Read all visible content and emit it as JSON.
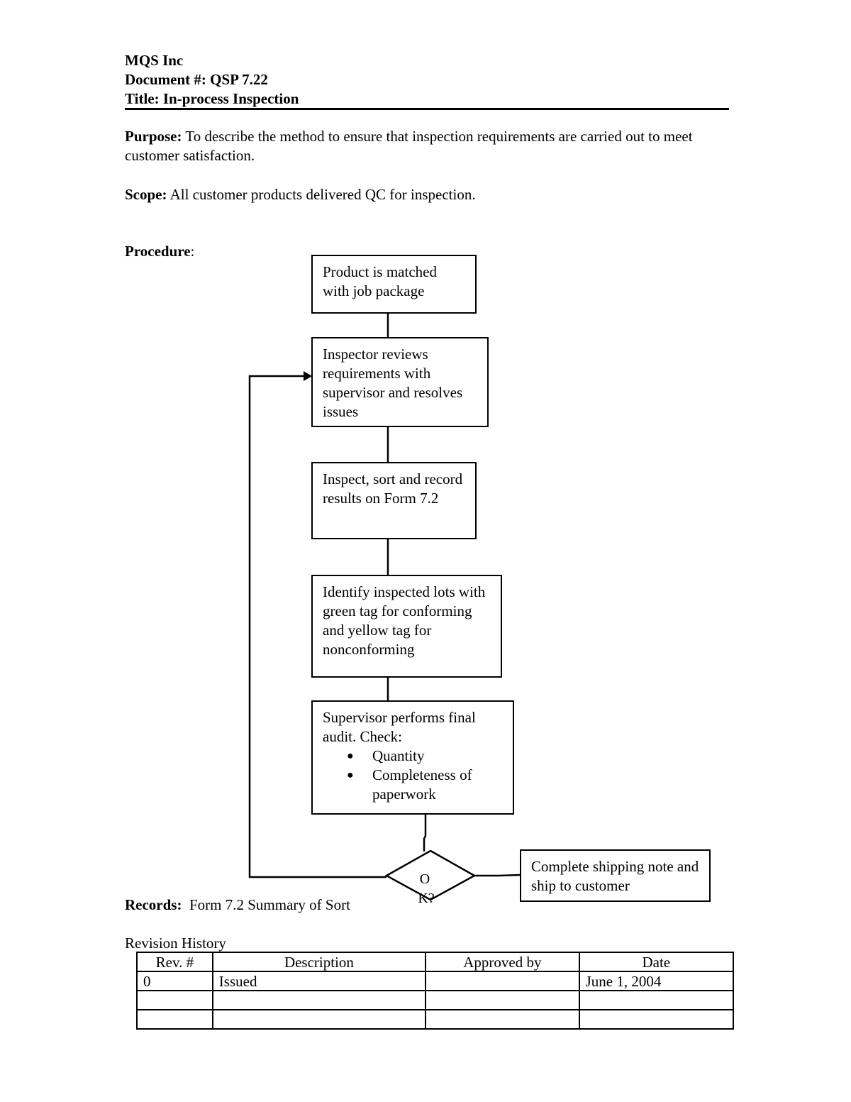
{
  "header": {
    "company": "MQS Inc",
    "document": "Document #: QSP 7.22",
    "title": "Title: In-process Inspection"
  },
  "purpose": {
    "label": "Purpose:",
    "text": "To describe the method to ensure that inspection requirements are carried out to meet customer satisfaction."
  },
  "scope": {
    "label": "Scope:",
    "text": "All customer products delivered QC for inspection."
  },
  "procedure": {
    "label": "Procedure",
    "suffix": ":"
  },
  "flowchart": {
    "step1": "Product is matched with job package",
    "step2": "Inspector reviews requirements with supervisor and resolves issues",
    "step3": "Inspect, sort and record results on Form 7.2",
    "step4": "Identify inspected lots with green tag for conforming and yellow tag for nonconforming",
    "step5_intro": "Supervisor performs final audit. Check:",
    "step5_checks": [
      "Quantity",
      "Completeness of paperwork"
    ],
    "decision_line1": "O",
    "decision_line2": "K?",
    "step6": "Complete shipping note and ship to customer"
  },
  "records": {
    "label": "Records:",
    "text": "Form 7.2 Summary of Sort"
  },
  "revision_history": {
    "title": "Revision History",
    "columns": [
      "Rev. #",
      "Description",
      "Approved by",
      "Date"
    ],
    "rows": [
      [
        "0",
        "Issued",
        "",
        "June 1, 2004"
      ],
      [
        "",
        "",
        "",
        ""
      ],
      [
        "",
        "",
        "",
        ""
      ]
    ]
  }
}
